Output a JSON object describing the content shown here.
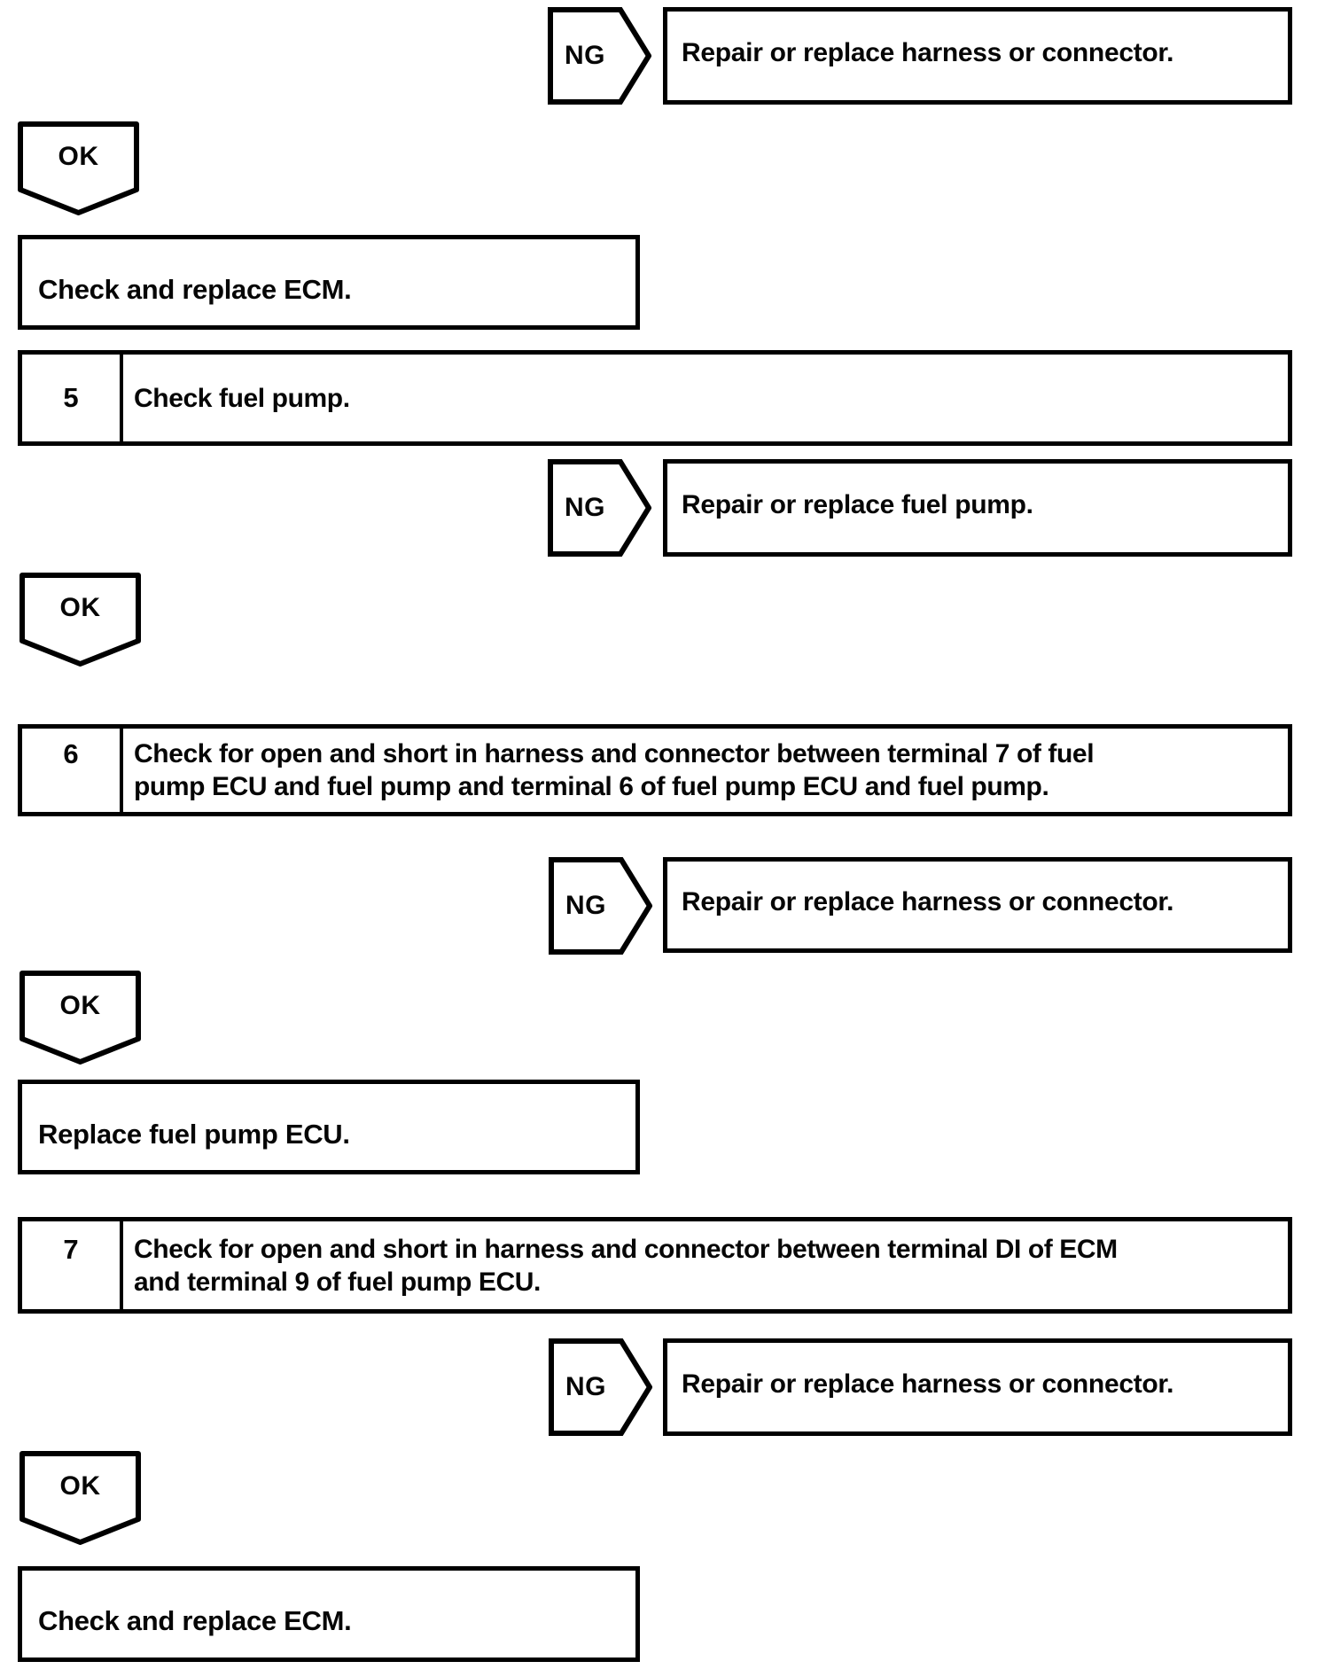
{
  "palette": {
    "ink": "#000000",
    "paper": "#ffffff"
  },
  "labels": {
    "ng": "NG",
    "ok": "OK"
  },
  "steps": {
    "s5": {
      "number": "5",
      "lines": [
        "Check fuel pump."
      ]
    },
    "s6": {
      "number": "6",
      "lines": [
        "Check for open and short in harness and connector between terminal 7 of fuel",
        "pump ECU and fuel pump and terminal 6 of fuel pump ECU and fuel pump."
      ]
    },
    "s7": {
      "number": "7",
      "lines": [
        "Check for open and short in harness and connector between terminal DI of ECM",
        "and terminal 9 of fuel pump ECU."
      ]
    }
  },
  "ng_results": {
    "r1": "Repair or replace harness or connector.",
    "r2": "Repair or replace fuel pump.",
    "r3": "Repair or replace harness or connector.",
    "r4": "Repair or replace harness or connector."
  },
  "actions": {
    "a1": "Check and replace ECM.",
    "a2": "Replace fuel pump ECU.",
    "a3": "Check and replace ECM."
  }
}
